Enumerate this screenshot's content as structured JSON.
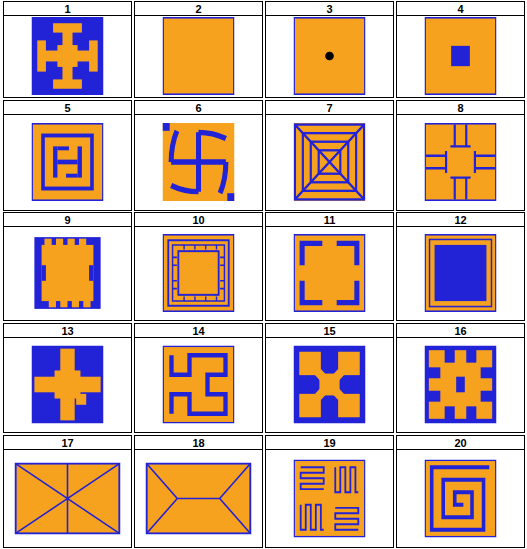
{
  "diagram": {
    "labels": [
      "1",
      "2",
      "3",
      "4",
      "5",
      "6",
      "7",
      "8",
      "9",
      "10",
      "11",
      "12",
      "13",
      "14",
      "15",
      "16",
      "17",
      "18",
      "19",
      "20"
    ]
  }
}
